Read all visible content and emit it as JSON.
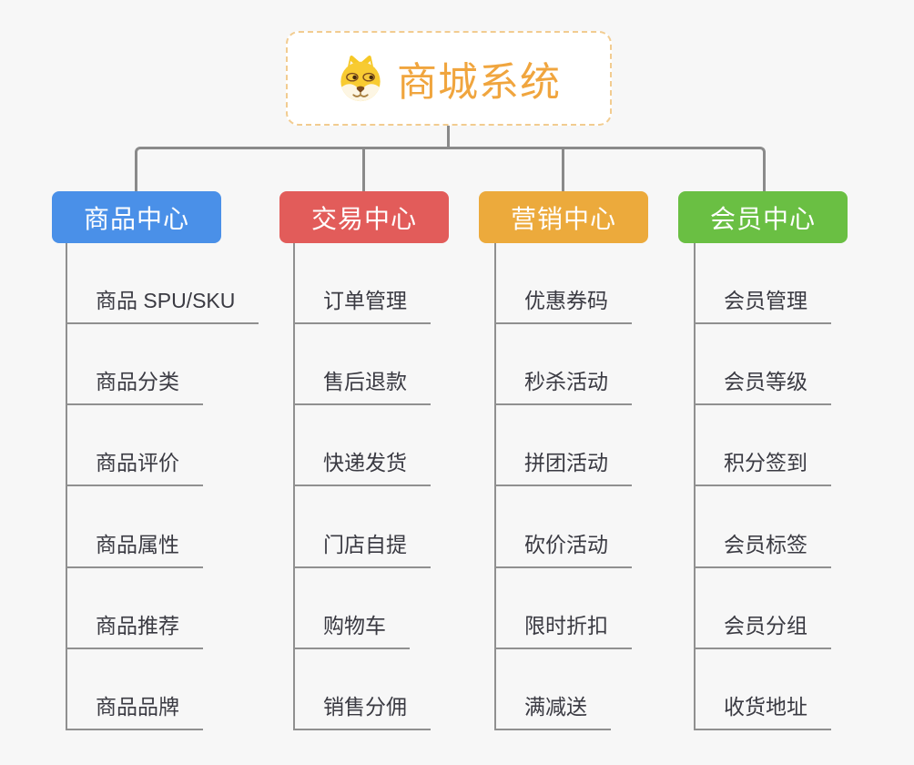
{
  "app": {
    "type": "mindmap-org-chart",
    "background_color": "#f7f7f7",
    "connector_color": "#8a8a8a",
    "leaf_text_color": "#3a3a42"
  },
  "root": {
    "title": "商城系统",
    "icon": "dog-face-icon",
    "title_color": "#f0a53e",
    "border_color": "#f2cc90"
  },
  "branches": [
    {
      "label": "商品中心",
      "color": "#4a90e8",
      "text_color": "#ffffff",
      "children": [
        "商品 SPU/SKU",
        "商品分类",
        "商品评价",
        "商品属性",
        "商品推荐",
        "商品品牌"
      ]
    },
    {
      "label": "交易中心",
      "color": "#e25c5a",
      "text_color": "#ffffff",
      "children": [
        "订单管理",
        "售后退款",
        "快递发货",
        "门店自提",
        "购物车",
        "销售分佣"
      ]
    },
    {
      "label": "营销中心",
      "color": "#ecaa3c",
      "text_color": "#ffffff",
      "children": [
        "优惠券码",
        "秒杀活动",
        "拼团活动",
        "砍价活动",
        "限时折扣",
        "满减送"
      ]
    },
    {
      "label": "会员中心",
      "color": "#6abf43",
      "text_color": "#ffffff",
      "children": [
        "会员管理",
        "会员等级",
        "积分签到",
        "会员标签",
        "会员分组",
        "收货地址"
      ]
    }
  ]
}
